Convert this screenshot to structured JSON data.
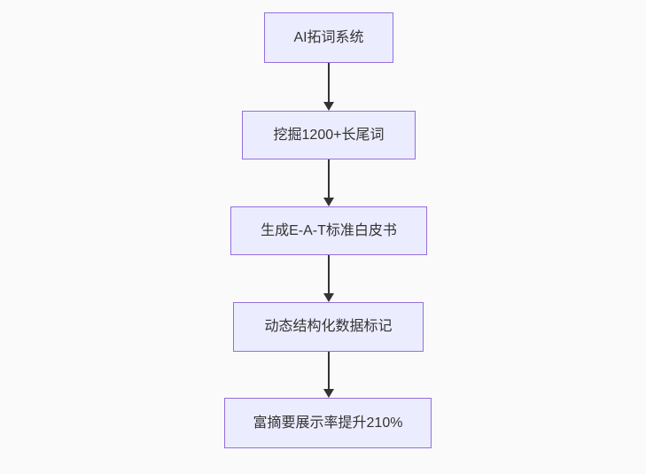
{
  "colors": {
    "background": "#fafafa",
    "node_fill": "#ececff",
    "node_border": "#9370db",
    "edge_color": "#333333",
    "text_color": "#333333"
  },
  "flowchart": {
    "type": "flowchart-top-down",
    "nodes": [
      {
        "label": "AI拓词系统"
      },
      {
        "label": "挖掘1200+长尾词"
      },
      {
        "label": "生成E-A-T标准白皮书"
      },
      {
        "label": "动态结构化数据标记"
      },
      {
        "label": "富摘要展示率提升210%"
      }
    ],
    "edges": [
      {
        "from": "AI拓词系统",
        "to": "挖掘1200+长尾词"
      },
      {
        "from": "挖掘1200+长尾词",
        "to": "生成E-A-T标准白皮书"
      },
      {
        "from": "生成E-A-T标准白皮书",
        "to": "动态结构化数据标记"
      },
      {
        "from": "动态结构化数据标记",
        "to": "富摘要展示率提升210%"
      }
    ]
  }
}
